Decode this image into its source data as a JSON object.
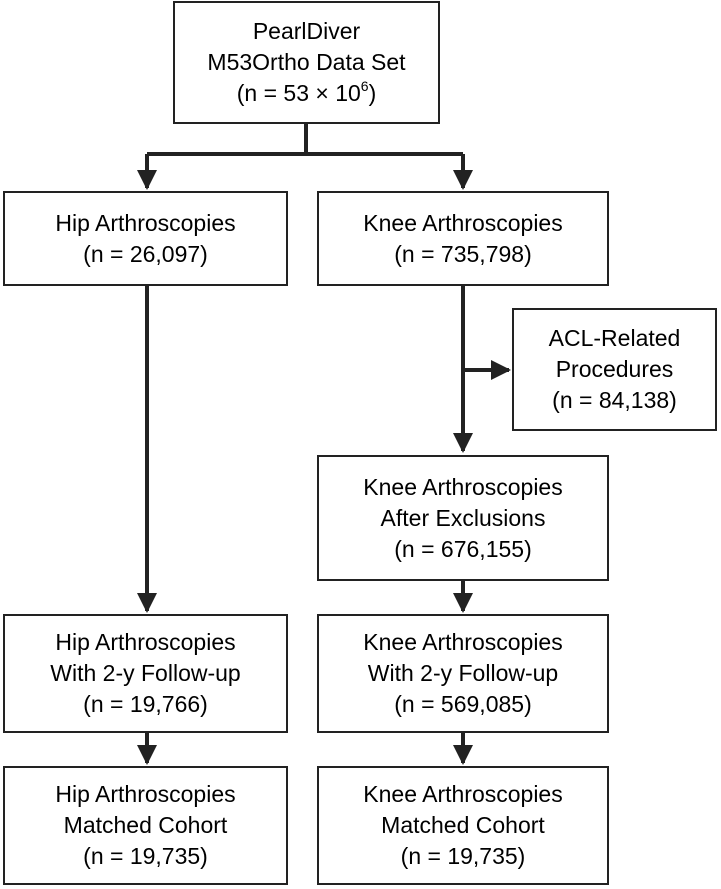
{
  "boxes": {
    "source": {
      "lines": [
        "PearlDiver",
        "M53Ortho Data Set"
      ],
      "n_prefix": "(n = 53 × 10",
      "n_sup": "6",
      "n_suffix": ")"
    },
    "hip": {
      "lines": [
        "Hip Arthroscopies",
        "(n = 26,097)"
      ]
    },
    "knee": {
      "lines": [
        "Knee Arthroscopies",
        "(n = 735,798)"
      ]
    },
    "acl": {
      "lines": [
        "ACL-Related",
        "Procedures",
        "(n = 84,138)"
      ]
    },
    "knee_after": {
      "lines": [
        "Knee Arthroscopies",
        "After Exclusions",
        "(n = 676,155)"
      ]
    },
    "hip_followup": {
      "lines": [
        "Hip Arthroscopies",
        "With 2-y Follow-up",
        "(n = 19,766)"
      ]
    },
    "knee_followup": {
      "lines": [
        "Knee Arthroscopies",
        "With 2-y Follow-up",
        "(n = 569,085)"
      ]
    },
    "hip_matched": {
      "lines": [
        "Hip Arthroscopies",
        "Matched Cohort",
        "(n = 19,735)"
      ]
    },
    "knee_matched": {
      "lines": [
        "Knee Arthroscopies",
        "Matched Cohort",
        "(n = 19,735)"
      ]
    }
  },
  "colors": {
    "line": "#222222",
    "box_border": "#222222",
    "background": "#ffffff"
  }
}
